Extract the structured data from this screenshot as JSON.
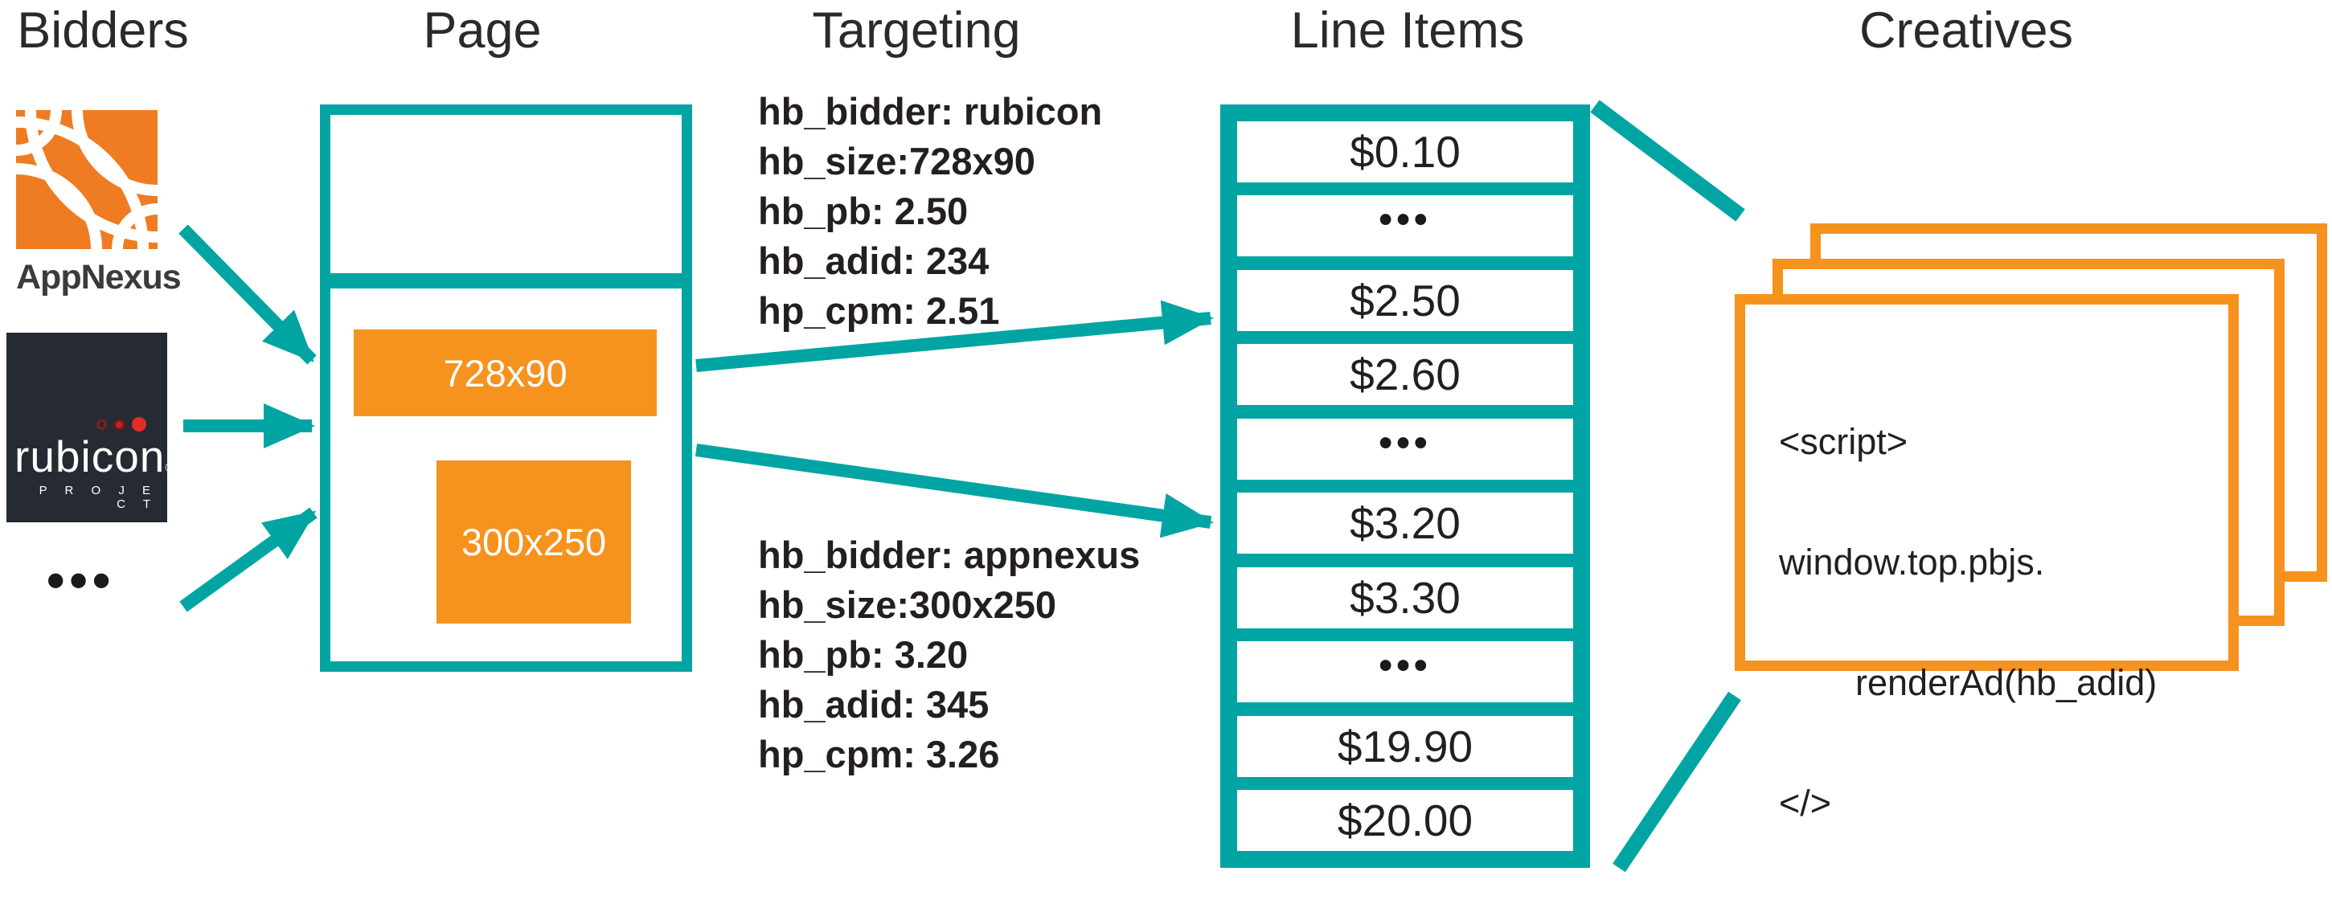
{
  "headers": {
    "bidders": "Bidders",
    "page": "Page",
    "targeting": "Targeting",
    "line_items": "Line Items",
    "creatives": "Creatives"
  },
  "bidders": {
    "appnexus_label": "AppNexus",
    "rubicon_label": "rubicon",
    "rubicon_reg": "®",
    "rubicon_sub": "P R O J E C T",
    "more": "•••"
  },
  "page": {
    "slots": [
      {
        "label": "728x90"
      },
      {
        "label": "300x250"
      }
    ]
  },
  "targeting": {
    "blocks": [
      {
        "lines": [
          "hb_bidder: rubicon",
          "hb_size:728x90",
          "hb_pb: 2.50",
          "hb_adid: 234",
          "hp_cpm: 2.51"
        ]
      },
      {
        "lines": [
          "hb_bidder: appnexus",
          "hb_size:300x250",
          "hb_pb: 3.20",
          "hb_adid: 345",
          "hp_cpm: 3.26"
        ]
      }
    ]
  },
  "line_items": {
    "rows": [
      "$0.10",
      "•••",
      "$2.50",
      "$2.60",
      "•••",
      "$3.20",
      "$3.30",
      "•••",
      "$19.90",
      "$20.00"
    ]
  },
  "creatives": {
    "code_lines": [
      "<script>",
      "window.top.pbjs.",
      "renderAd(hb_adid)",
      "</>"
    ]
  },
  "colors": {
    "teal": "#00a5a3",
    "orange": "#f6921e",
    "appnexus_orange": "#ef7c22",
    "rubicon_bg": "#262b33",
    "rubicon_red": "#e22c26",
    "text": "#231f20"
  }
}
